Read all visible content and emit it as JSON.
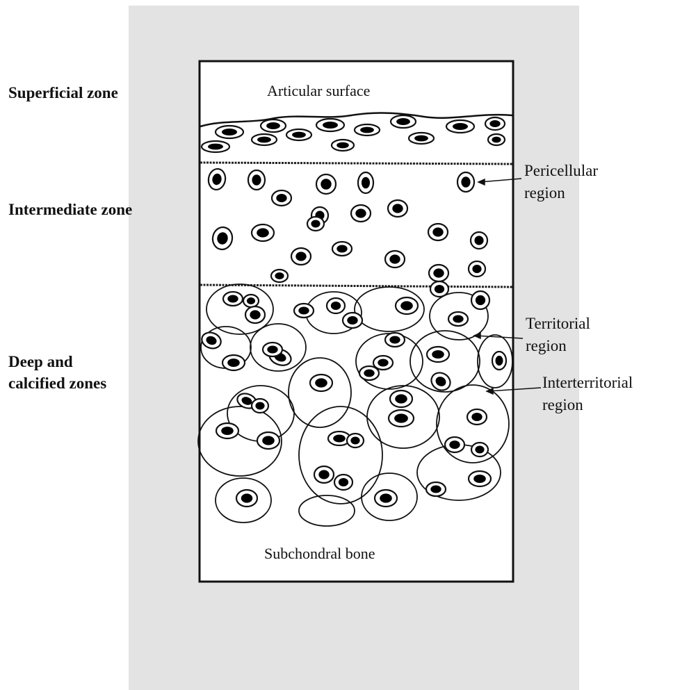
{
  "zones": {
    "superficial": "Superficial zone",
    "intermediate": "Intermediate zone",
    "deep_line1": "Deep and",
    "deep_line2": "calcified zones"
  },
  "surfaces": {
    "top": "Articular surface",
    "bottom": "Subchondral bone"
  },
  "regions": {
    "pericellular_line1": "Pericellular",
    "pericellular_line2": "region",
    "territorial_line1": "Territorial",
    "territorial_line2": "region",
    "interterritorial_line1": "Interterritorial",
    "interterritorial_line2": "region"
  }
}
